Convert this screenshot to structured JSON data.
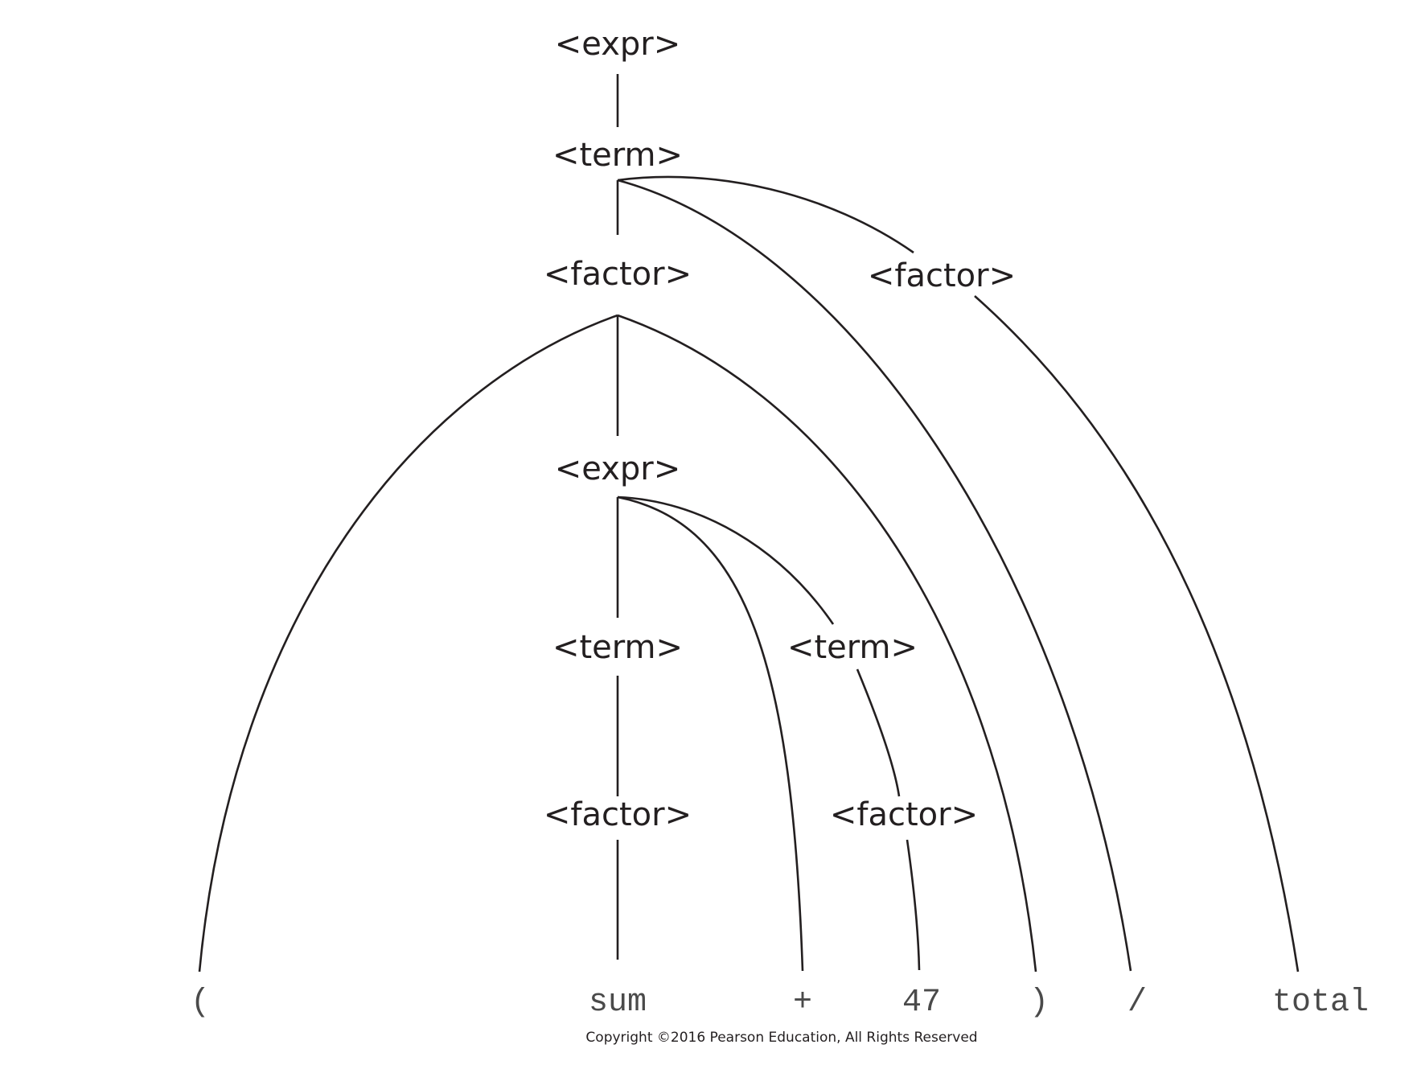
{
  "diagram": {
    "nodes": {
      "root_expr": "<expr>",
      "root_term": "<term>",
      "left_factor": "<factor>",
      "right_factor": "<factor>",
      "inner_expr": "<expr>",
      "inner_term_left": "<term>",
      "inner_term_right": "<term>",
      "inner_factor_left": "<factor>",
      "inner_factor_right": "<factor>"
    },
    "tokens": {
      "lparen": "(",
      "sum": "sum",
      "plus": "+",
      "num": "47",
      "rparen": ")",
      "slash": "/",
      "total": "total"
    }
  },
  "footer": {
    "copyright": "Copyright ©2016 Pearson Education, All Rights Reserved"
  }
}
